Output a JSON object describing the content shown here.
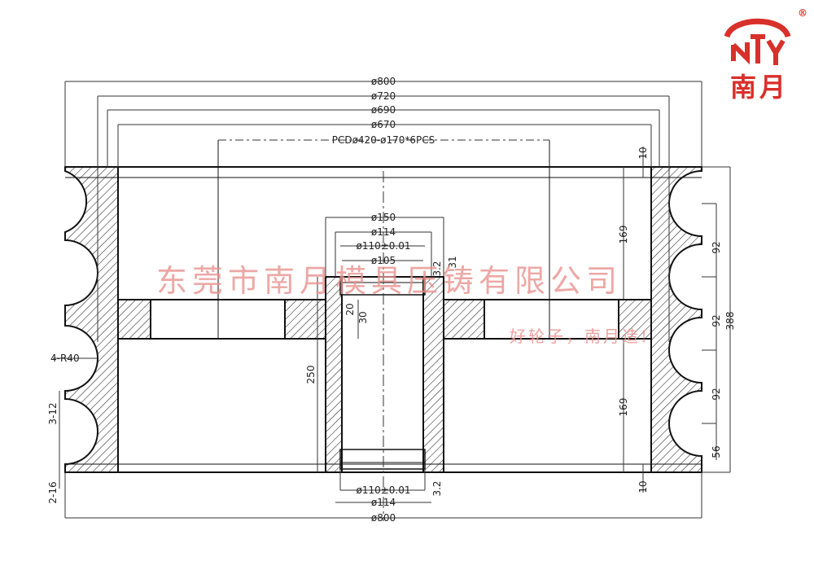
{
  "logo": {
    "text": "南月",
    "registered": "®",
    "color": "#d8302a"
  },
  "watermark": {
    "company": "东莞市南月模具压铸有限公司",
    "slogan": "好轮子，南月造!",
    "color": "#e8938f"
  },
  "dimensions": {
    "d800_top": "ø800",
    "d720": "ø720",
    "d690": "ø690",
    "d670": "ø670",
    "pcd": "PCDø420-ø170*6PCS",
    "d150": "ø150",
    "d114_top": "ø114",
    "d110_top": "ø110±0.01",
    "d105": "ø105",
    "chamfer_top": "3.2",
    "d31": "31",
    "d20": "20",
    "d30": "30",
    "h250": "250",
    "h169_top": "169",
    "h169_bottom": "169",
    "h10_top": "10",
    "h10_bottom": "10",
    "g92_a": "92",
    "g92_b": "92",
    "g92_c": "92",
    "h388": "388",
    "h56": "56",
    "r40": "4-R40",
    "c3_12": "3-12",
    "c2_16": "2-16",
    "d110_bottom": "ø110±0.01",
    "d114_bottom": "ø114",
    "chamfer_bottom": "3.2",
    "d800_bottom": "ø800"
  }
}
